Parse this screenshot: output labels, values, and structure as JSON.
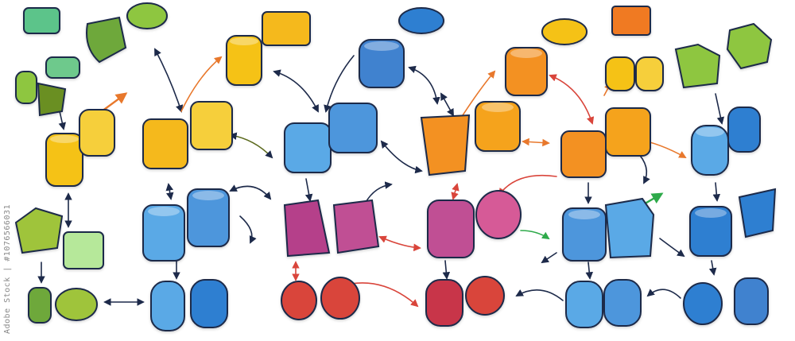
{
  "watermark_text": "Adobe Stock | #1076566031",
  "colors": {
    "background": "#ffffff",
    "outline": "#1d2a4a",
    "sticker_border": "#ffffff",
    "green": "#8ec63f",
    "teal_green": "#5cc48a",
    "yellow": "#f5c215",
    "orange": "#f39121",
    "light_blue": "#5aa9e6",
    "blue": "#2f7fd1",
    "magenta": "#b5408a",
    "pink": "#d65a97",
    "red": "#d9453b",
    "arrow_dark": "#1d2a4a",
    "arrow_orange": "#e8782c",
    "arrow_red": "#d9453b",
    "arrow_green": "#2eaa4a"
  },
  "node_groups": [
    {
      "name": "green-cluster-top-left",
      "color": "green"
    },
    {
      "name": "yellow-cluster-left",
      "color": "yellow"
    },
    {
      "name": "blue-cluster-center",
      "color": "blue"
    },
    {
      "name": "orange-cluster",
      "color": "orange"
    },
    {
      "name": "magenta-cluster",
      "color": "magenta"
    },
    {
      "name": "red-cluster-bottom",
      "color": "red"
    },
    {
      "name": "blue-cluster-right",
      "color": "blue"
    }
  ]
}
